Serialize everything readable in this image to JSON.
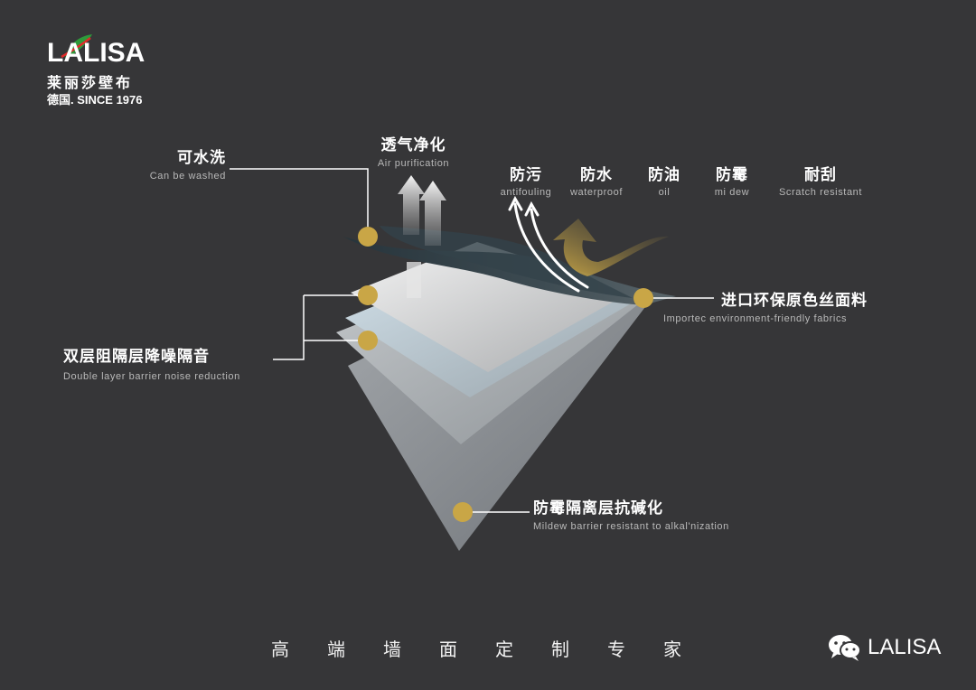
{
  "logo": {
    "wordmark": "LALISA",
    "chinese_name": "莱丽莎壁布",
    "since": "德国. SINCE 1976",
    "leaf_color": "#2e9a3a",
    "accent_color": "#e02a2a"
  },
  "features": {
    "washable": {
      "cn": "可水洗",
      "en": "Can be washed"
    },
    "air": {
      "cn": "透气净化",
      "en": "Air purification"
    },
    "stains": [
      {
        "cn": "防污",
        "en": "antifouling"
      },
      {
        "cn": "防水",
        "en": "waterproof"
      },
      {
        "cn": "防油",
        "en": "oil"
      },
      {
        "cn": "防霉",
        "en": "mi dew"
      },
      {
        "cn": "耐刮",
        "en": "Scratch resistant"
      }
    ],
    "fabric": {
      "cn": "进口环保原色丝面料",
      "en": "Importec environment-friendly fabrics"
    },
    "barrier": {
      "cn": "双层阻隔层降噪隔音",
      "en": "Double layer barrier noise reduction"
    },
    "mildew": {
      "cn": "防霉隔离层抗碱化",
      "en": "Mildew barrier resistant to alkal'nization"
    }
  },
  "footer": {
    "slogan": "高端墙面定制专家",
    "brand": "LALISA",
    "wechat_icon": "wechat-icon"
  },
  "colors": {
    "background": "#363638",
    "gold_dot": "#c9a646",
    "top_layer": "#2f3a40",
    "gray_layer": "#8d9196"
  }
}
